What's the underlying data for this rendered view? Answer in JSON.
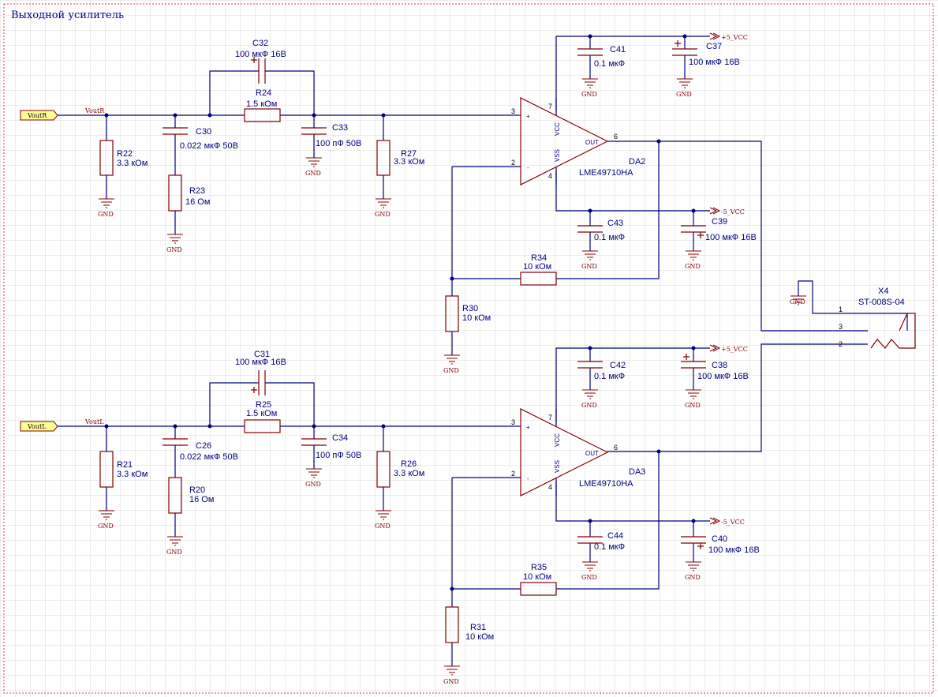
{
  "sheet": {
    "title": "Выходной усилитель",
    "colors": {
      "wire": "#000080",
      "component": "#800000",
      "ground_text": "#800000",
      "grid": "#d8d8d8",
      "border": "#cc4444",
      "port_fill": "#ffff99"
    }
  },
  "ports": {
    "vout_r": "VoutR",
    "vout_l": "VoutL"
  },
  "nets": {
    "vout_r": "VoutR",
    "vout_l": "VoutL",
    "pos_vcc": "+5_VCC",
    "neg_vcc": "-5_VCC",
    "gnd": "GND"
  },
  "opamp_pins": {
    "plus": "+",
    "minus": "-",
    "vcc": "VCC",
    "vss": "VSS",
    "out": "OUT"
  },
  "pin_numbers": {
    "p1": "1",
    "p2": "2",
    "p3": "3",
    "p4": "4",
    "p6": "6",
    "p7": "7"
  },
  "components": {
    "C32": {
      "ref": "C32",
      "value": "100 мкФ 16В"
    },
    "R24": {
      "ref": "R24",
      "value": "1.5 кОм"
    },
    "C30": {
      "ref": "C30",
      "value": "0.022 мкФ 50В"
    },
    "C33": {
      "ref": "C33",
      "value": "100 пФ 50В"
    },
    "R22": {
      "ref": "R22",
      "value": "3.3 кОм"
    },
    "R23": {
      "ref": "R23",
      "value": "16 Ом"
    },
    "R27": {
      "ref": "R27",
      "value": "3.3 кОм"
    },
    "C41": {
      "ref": "C41",
      "value": "0.1 мкФ"
    },
    "C37": {
      "ref": "C37",
      "value": "100 мкФ 16В"
    },
    "DA2": {
      "ref": "DA2",
      "value": "LME49710HA"
    },
    "C43": {
      "ref": "C43",
      "value": "0.1 мкФ"
    },
    "C39": {
      "ref": "C39",
      "value": "100 мкФ 16В"
    },
    "R34": {
      "ref": "R34",
      "value": "10 кОм"
    },
    "R30": {
      "ref": "R30",
      "value": "10 кОм"
    },
    "X4": {
      "ref": "X4",
      "value": "ST-008S-04"
    },
    "C31": {
      "ref": "C31",
      "value": "100 мкФ 16В"
    },
    "R25": {
      "ref": "R25",
      "value": "1.5 кОм"
    },
    "C26": {
      "ref": "C26",
      "value": "0.022 мкФ 50В"
    },
    "C34": {
      "ref": "C34",
      "value": "100 пФ 50В"
    },
    "R21": {
      "ref": "R21",
      "value": "3.3 кОм"
    },
    "R20": {
      "ref": "R20",
      "value": "16 Ом"
    },
    "R26": {
      "ref": "R26",
      "value": "3.3 кОм"
    },
    "C42": {
      "ref": "C42",
      "value": "0.1 мкФ"
    },
    "C38": {
      "ref": "C38",
      "value": "100 мкФ 16В"
    },
    "DA3": {
      "ref": "DA3",
      "value": "LME49710HA"
    },
    "C44": {
      "ref": "C44",
      "value": "0.1 мкФ"
    },
    "C40": {
      "ref": "C40",
      "value": "100 мкФ 16В"
    },
    "R35": {
      "ref": "R35",
      "value": "10 кОм"
    },
    "R31": {
      "ref": "R31",
      "value": "10 кОм"
    }
  }
}
